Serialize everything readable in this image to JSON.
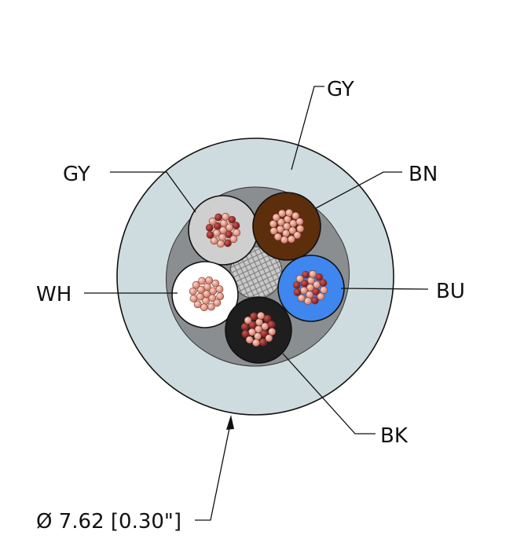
{
  "labels": {
    "jacket": "GY",
    "conductor_top_left": "GY",
    "conductor_top_right": "BN",
    "conductor_left": "WH",
    "conductor_right": "BU",
    "conductor_bottom": "BK",
    "diameter": "Ø 7.62 [0.30\"]"
  },
  "colors": {
    "jacket": "#cfdcdf",
    "filler": "#8a8e90",
    "gy_conductor": "#cfcfcf",
    "bn_conductor": "#5c2e0c",
    "wh_conductor": "#ffffff",
    "bu_conductor": "#3f86ef",
    "bk_conductor": "#1e1e1e",
    "copper_strand": "#e6988a",
    "copper_strand_dark": "#8e2a2a"
  }
}
